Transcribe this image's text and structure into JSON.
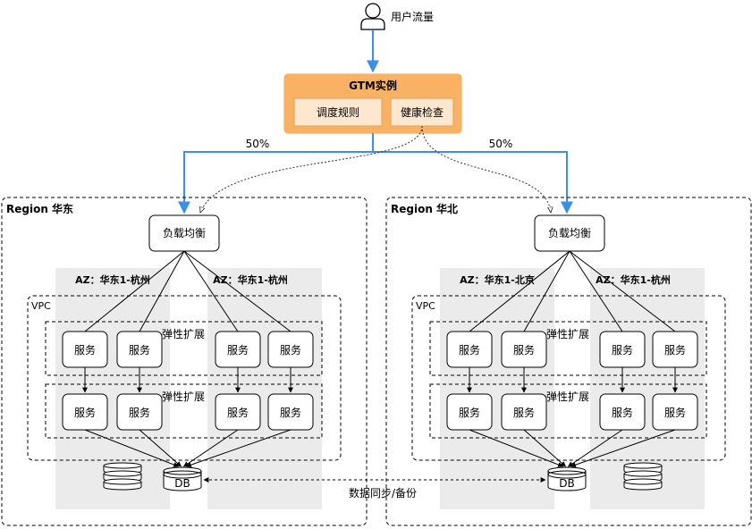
{
  "user": {
    "label": "用户流量",
    "icon": "user-icon"
  },
  "gtm": {
    "title": "GTM实例",
    "rule_label": "调度规则",
    "health_label": "健康检查"
  },
  "split": {
    "left": "50%",
    "right": "50%"
  },
  "regions": [
    {
      "title": "Region 华东",
      "lb_label": "负载均衡",
      "az_left": "AZ：华东1-杭州",
      "az_right": "AZ：华东1-杭州",
      "vpc_label": "VPC",
      "scale_label_top": "弹性扩展",
      "scale_label_bottom": "弹性扩展",
      "service_label": "服务",
      "db_label": "DB"
    },
    {
      "title": "Region 华北",
      "lb_label": "负载均衡",
      "az_left": "AZ：华东1-北京",
      "az_right": "AZ：华东1-杭州",
      "vpc_label": "VPC",
      "scale_label_top": "弹性扩展",
      "scale_label_bottom": "弹性扩展",
      "service_label": "服务",
      "db_label": "DB"
    }
  ],
  "sync_label": "数据同步/备份",
  "colors": {
    "gtm_fill": "#f7a24b",
    "gtm_inner": "#fde8cf",
    "arrow_blue": "#3c8fe8",
    "az_fill": "#ebebeb"
  }
}
